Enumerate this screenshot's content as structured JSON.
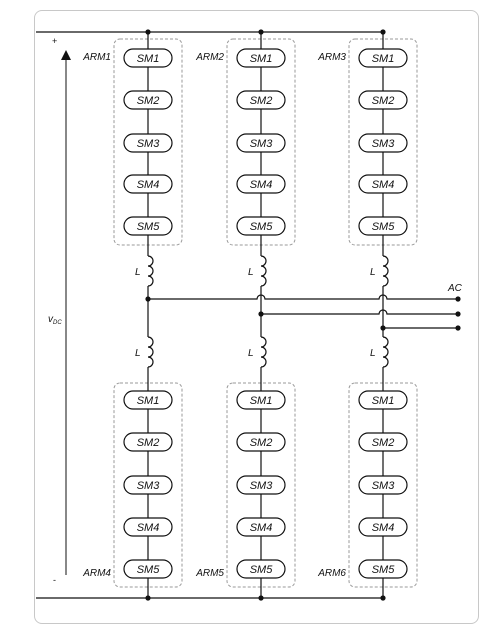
{
  "diagram": {
    "plus_sign": "+",
    "minus_sign": "-",
    "vdc": {
      "main": "v",
      "sub": "DC"
    },
    "ac_label": "AC",
    "inductor_label": "L",
    "submodule_labels": [
      "SM1",
      "SM2",
      "SM3",
      "SM4",
      "SM5"
    ],
    "upper_arms": [
      "ARM1",
      "ARM2",
      "ARM3"
    ],
    "lower_arms": [
      "ARM4",
      "ARM5",
      "ARM6"
    ],
    "colors": {
      "wire": "#111111",
      "arm_border": "#999999",
      "frame": "#c8c8c8"
    }
  }
}
